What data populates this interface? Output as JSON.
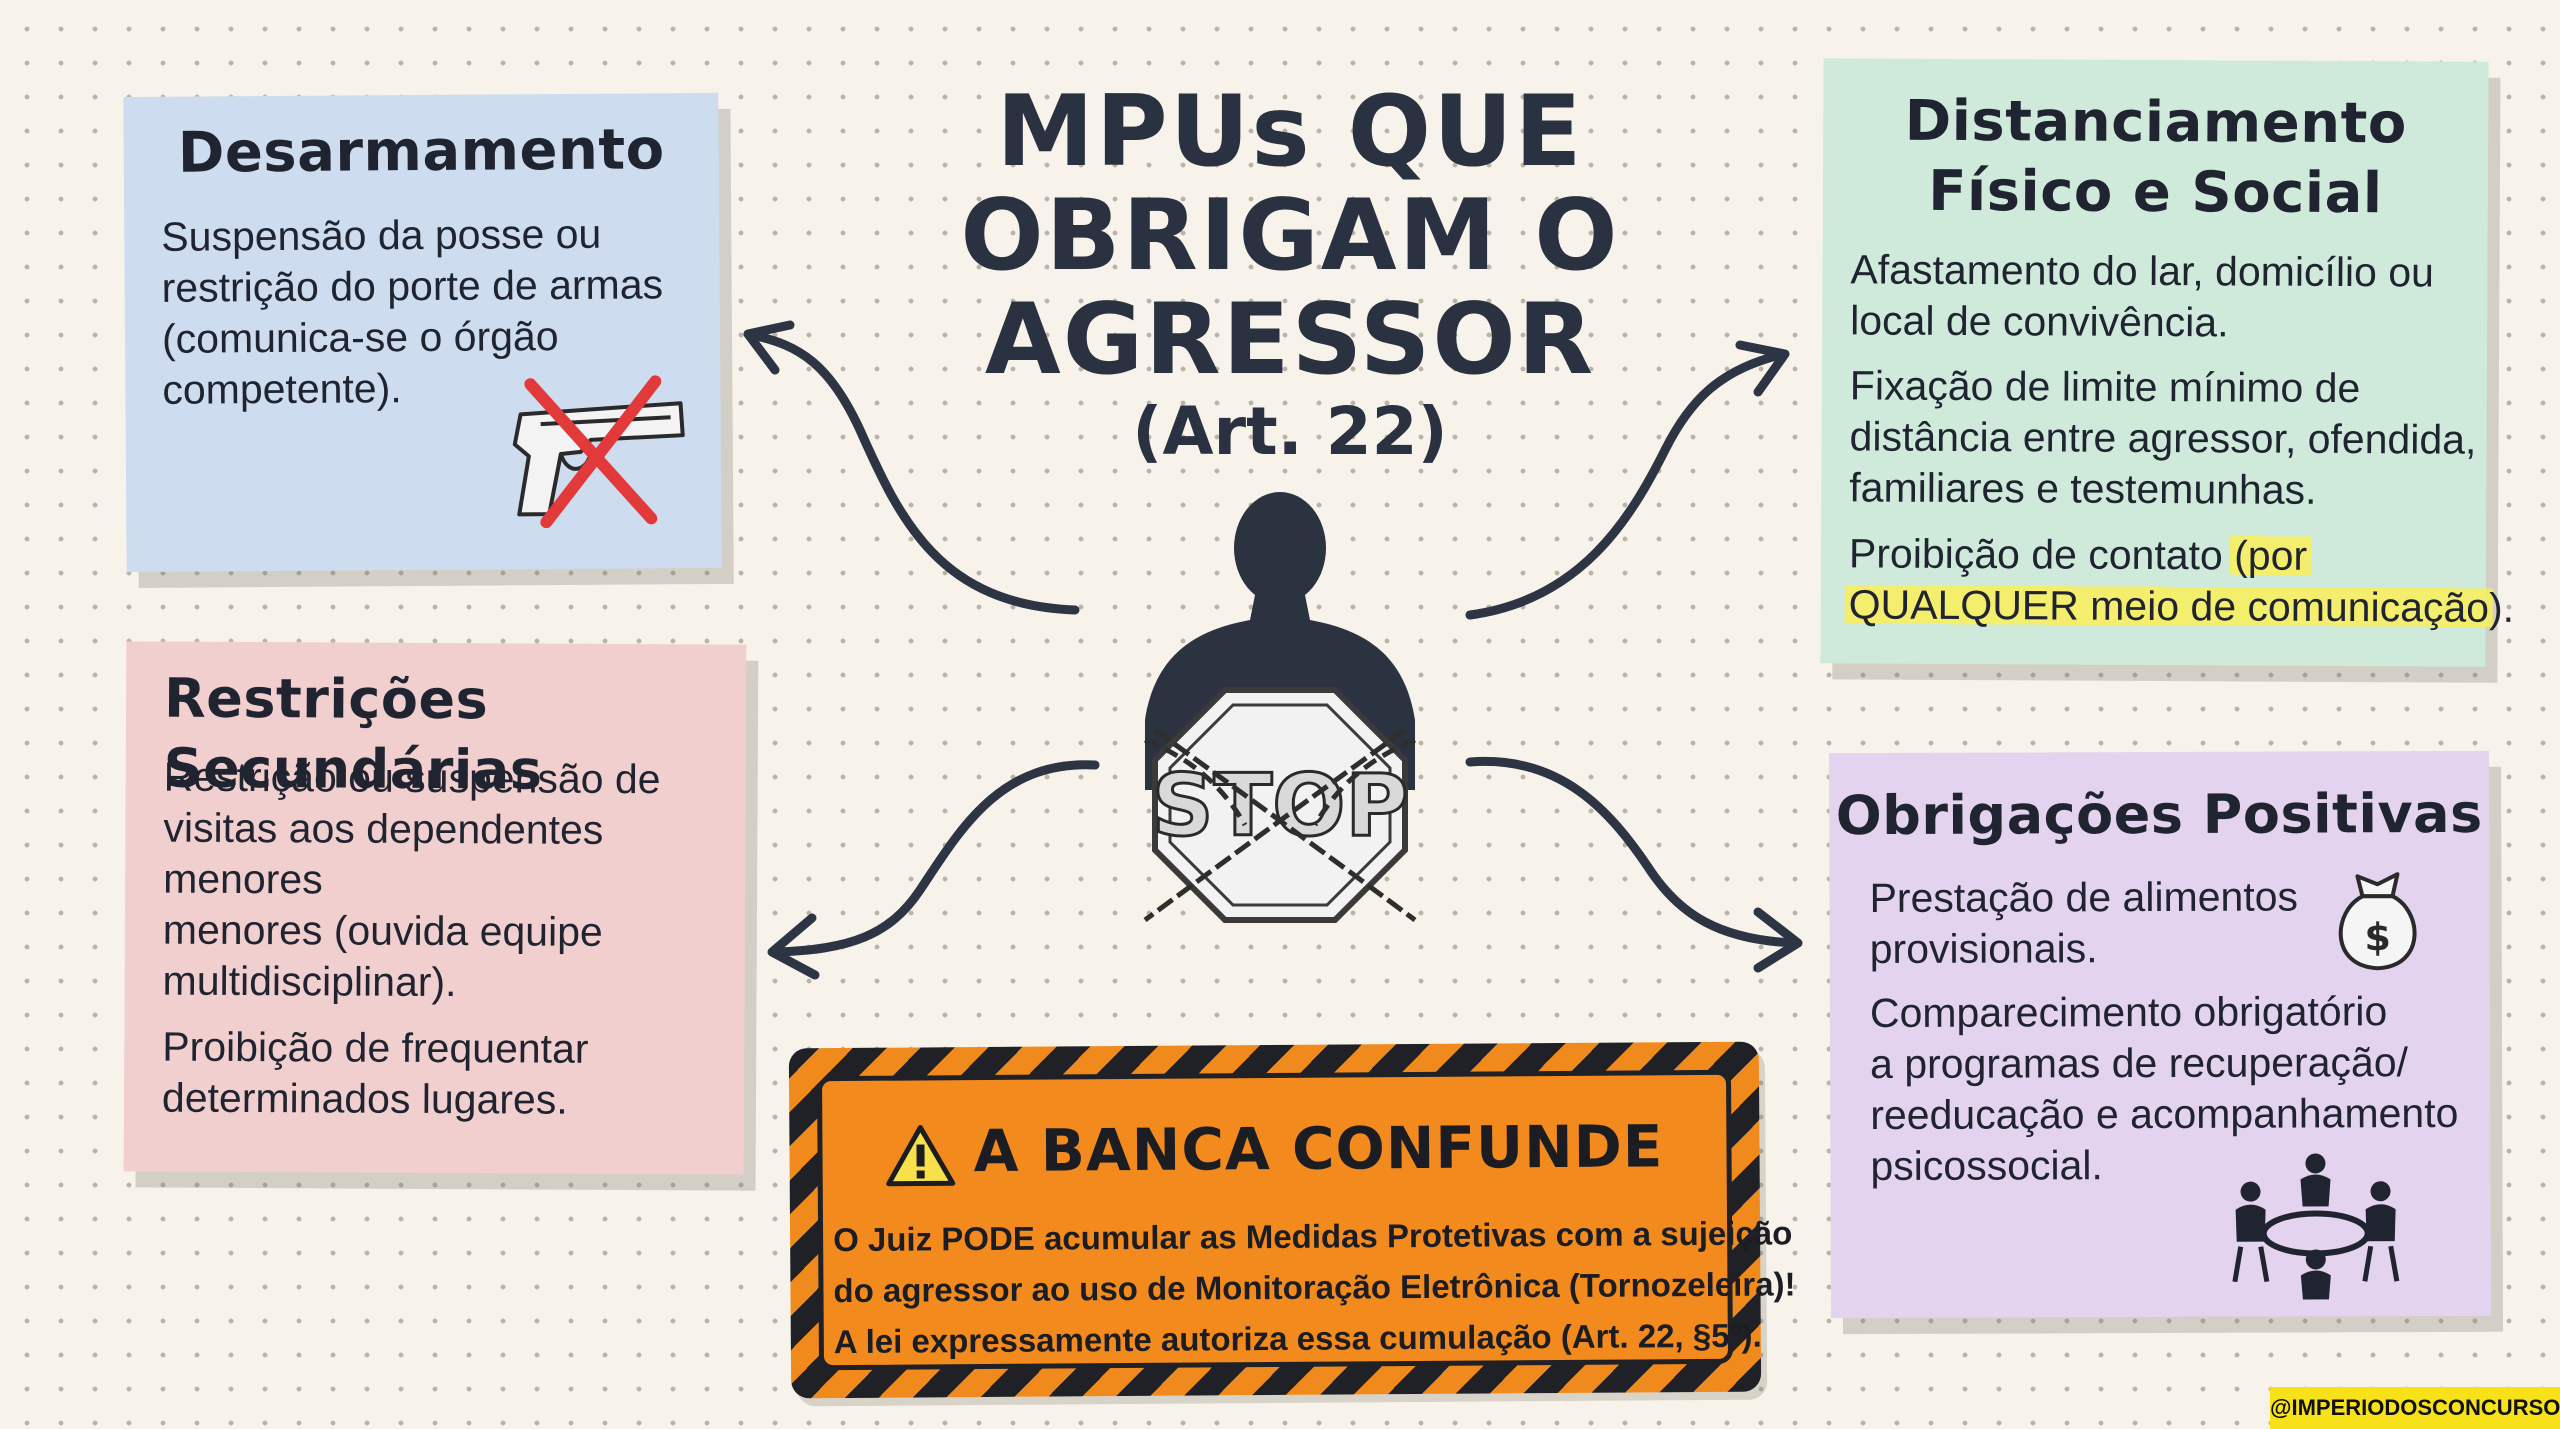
{
  "title": {
    "lines": [
      "MPUs QUE",
      "OBRIGAM O",
      "AGRESSOR"
    ],
    "subtitle": "(Art. 22)"
  },
  "cards": {
    "desarmamento": {
      "title": "Desarmamento",
      "lines": [
        "Suspensão da posse ou",
        "restrição do porte de armas",
        "(comunica-se o órgão",
        "competente)."
      ],
      "icon": "crossed-out-gun-icon",
      "color": "#cddcee"
    },
    "distanciamento": {
      "title_lines": [
        "Distanciamento",
        "Físico e Social"
      ],
      "item1": [
        "Afastamento do lar, domicílio ou",
        "local de convivência."
      ],
      "item2": [
        "Fixação de limite mínimo de",
        "distância entre agressor, ofendida,",
        "familiares e testemunhas."
      ],
      "item3_line1": "Proibição de contato ",
      "item3_line1_highlight": "(por",
      "item3_line2_highlight": "QUALQUER meio de comunicação",
      "item3_line2_end": ").",
      "color": "#cfeadb",
      "highlight_color": "#faee5a"
    },
    "restricoes": {
      "title": "Restrições Secundárias",
      "item1": [
        "Restrição ou suspensão de",
        "visitas aos dependentes",
        "menores",
        "menores (ouvida equipe",
        "multidisciplinar)."
      ],
      "item2": [
        "Proibição de frequentar",
        "determinados lugares."
      ],
      "color": "#f2cfcf"
    },
    "obrigacoes": {
      "title": "Obrigações Positivas",
      "item1": [
        "Prestação de alimentos",
        "provisionais."
      ],
      "item2": [
        "Comparecimento obrigatório",
        "a programas de recuperação/",
        "reeducação e acompanhamento",
        "psicossocial."
      ],
      "icons": [
        "money-bag-icon",
        "group-meeting-icon"
      ],
      "color": "#e3d3ee"
    }
  },
  "center": {
    "figure": "chained-person-icon",
    "sign_text": "STOP"
  },
  "warning": {
    "title": "A BANCA CONFUNDE",
    "lines": [
      "O Juiz PODE acumular as Medidas Protetivas com a sujeição",
      "do agressor ao uso de Monitoração Eletrônica (Tornozeleira)!",
      "A lei expressamente autoriza essa cumulação (Art. 22, §5º)."
    ],
    "color": "#f28a1e"
  },
  "watermark": "@IMPERIODOSCONCURSOS"
}
